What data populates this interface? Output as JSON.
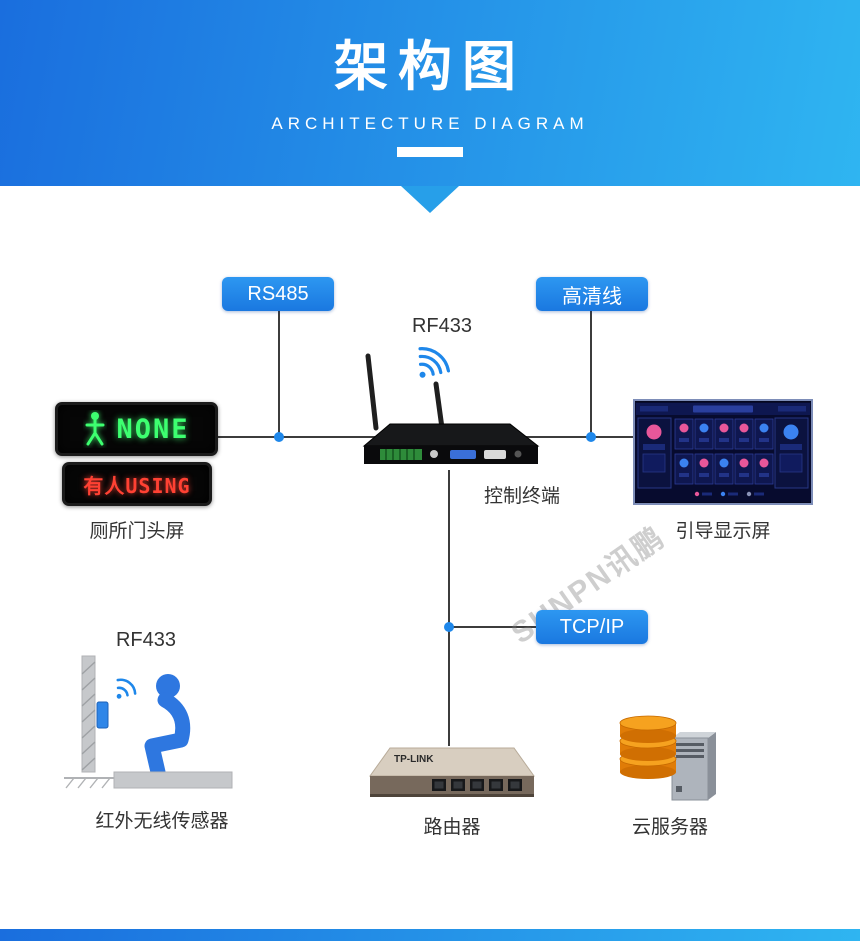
{
  "header": {
    "title": "架构图",
    "subtitle": "ARCHITECTURE DIAGRAM"
  },
  "connections": {
    "rs485": "RS485",
    "hd_line": "高清线",
    "tcp_ip": "TCP/IP",
    "rf433_terminal": "RF433",
    "rf433_sensor": "RF433"
  },
  "nodes": {
    "door_screen": {
      "label": "厕所门头屏",
      "vacant_text": "NONE",
      "occupied_text": "有人USING"
    },
    "control_terminal": {
      "label": "控制终端"
    },
    "guide_screen": {
      "label": "引导显示屏"
    },
    "ir_sensor": {
      "label": "红外无线传感器"
    },
    "router": {
      "label": "路由器",
      "brand": "TP-LINK"
    },
    "cloud_server": {
      "label": "云服务器"
    }
  },
  "watermark": "SUNPN讯鹏",
  "colors": {
    "header_gradient_start": "#1a6ede",
    "header_gradient_end": "#2fb5f1",
    "badge_blue": "#1e87ea",
    "led_green": "#3dff70",
    "led_red": "#ff4133",
    "line_gray": "#3c3c3c"
  }
}
